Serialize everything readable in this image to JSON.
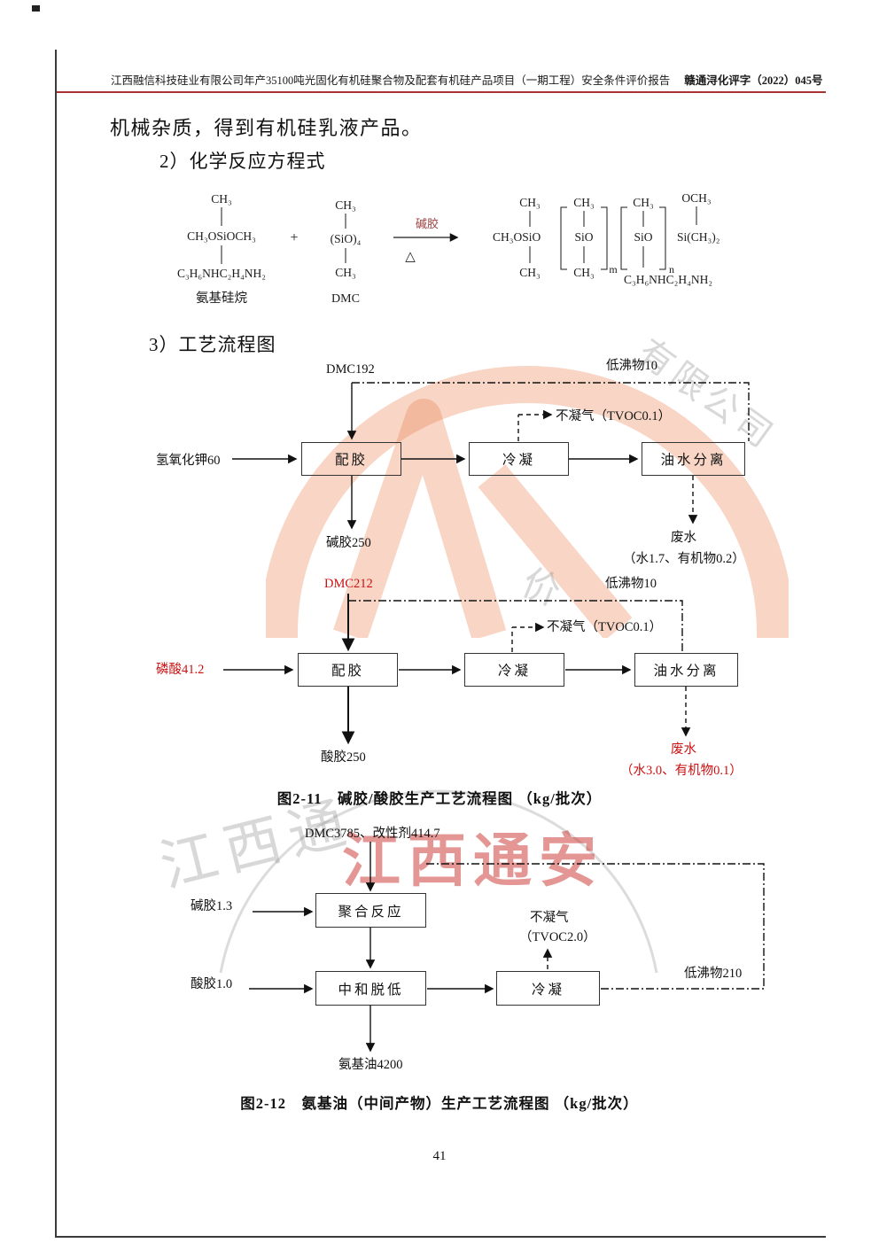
{
  "header": {
    "left": "江西融信科技硅业有限公司年产35100吨光固化有机硅聚合物及配套有机硅产品项目（一期工程）安全条件评价报告",
    "right": "赣通浔化评字（2022）045号"
  },
  "body": {
    "paragraph": "机械杂质，得到有机硅乳液产品。",
    "section2_heading": "2）化学反应方程式",
    "section3_heading": "3）工艺流程图"
  },
  "equation": {
    "reactant1": {
      "top": "CH₃",
      "mid": "CH₃OSiOCH₃",
      "bottom": "C₃H₆NHC₂H₄NH₂",
      "label": "氨基硅烷"
    },
    "plus": "+",
    "reactant2": {
      "top": "CH₃",
      "mid": "(SiO)₄",
      "bottom": "CH₃",
      "label": "DMC"
    },
    "cond_top": "碱胶",
    "cond_bottom": "△",
    "product": {
      "seg1_top": "CH₃",
      "seg1_mid": "CH₃OSiO",
      "seg1_bottom": "CH₃",
      "seg2_top": "CH₃",
      "seg2_mid": "SiO",
      "seg2_bottom": "CH₃",
      "seg2_sub": "m",
      "seg3_top": "CH₃",
      "seg3_mid": "SiO",
      "seg3_sub": "n",
      "seg3_chain": "C₃H₆NHC₂H₄NH₂",
      "seg4_top": "OCH₃",
      "seg4_mid": "Si(CH₃)₂"
    }
  },
  "flow1": {
    "feed_top": "DMC192",
    "recycle": "低沸物10",
    "offgas": "不凝气（TVOC0.1）",
    "feed_left": "氢氧化钾60",
    "box_mixing": "配胶",
    "box_condense": "冷凝",
    "box_separate": "油水分离",
    "product": "碱胶250",
    "waste": "废水",
    "waste_detail": "（水1.7、有机物0.2）"
  },
  "flow2": {
    "feed_top": "DMC212",
    "recycle": "低沸物10",
    "offgas": "不凝气（TVOC0.1）",
    "feed_left": "磷酸41.2",
    "box_mixing": "配胶",
    "box_condense": "冷凝",
    "box_separate": "油水分离",
    "product": "酸胶250",
    "waste": "废水",
    "waste_detail": "（水3.0、有机物0.1）"
  },
  "fig1_caption": "图2-11　碱胶/酸胶生产工艺流程图 （kg/批次）",
  "flow3": {
    "feed_top": "DMC3785、改性剂414.7",
    "feed_left1": "碱胶1.3",
    "feed_left2": "酸胶1.0",
    "box_poly": "聚合反应",
    "box_neutral": "中和脱低",
    "box_condense": "冷凝",
    "offgas_line1": "不凝气",
    "offgas_line2": "（TVOC2.0）",
    "recycle": "低沸物210",
    "product": "氨基油4200"
  },
  "fig2_caption": "图2-12　氨基油（中间产物）生产工艺流程图 （kg/批次）",
  "page_number": "41",
  "watermarks": {
    "red_text": "江西通安",
    "gray_text_left": "江西通",
    "gray_text_topright": "有限公司",
    "gray_text_mid": "价"
  },
  "colors": {
    "accent_red": "#cc1111",
    "header_rule_red": "#a83434",
    "watermark_orange": "#ea8050"
  }
}
